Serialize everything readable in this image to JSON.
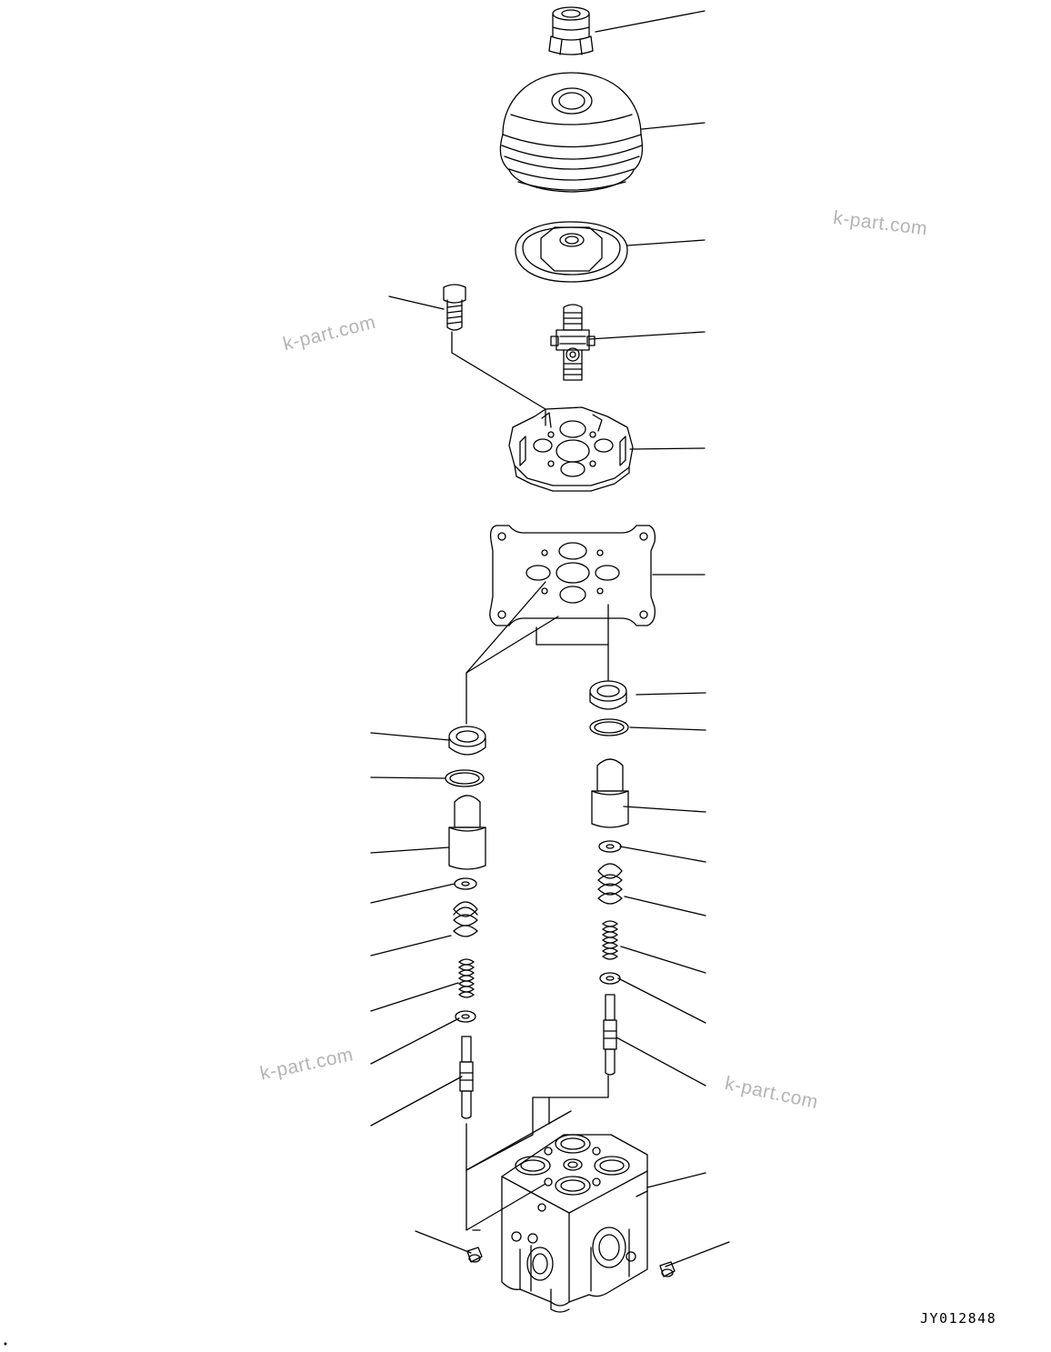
{
  "drawing": {
    "code": "JY012848",
    "watermarks": [
      "k-part.com",
      "k-part.com",
      "k-part.com",
      "k-part.com"
    ]
  },
  "parts": [
    {
      "name": "nut",
      "icon": "hex-nut-icon"
    },
    {
      "name": "boot",
      "icon": "rubber-boot-icon"
    },
    {
      "name": "lock-nut-with-plate",
      "icon": "disc-nut-icon"
    },
    {
      "name": "universal-joint",
      "icon": "joint-icon"
    },
    {
      "name": "bolt",
      "icon": "bolt-icon"
    },
    {
      "name": "plate",
      "icon": "plate-icon"
    },
    {
      "name": "gasket-plate",
      "icon": "gasket-icon"
    },
    {
      "name": "seal-upper-left",
      "icon": "seal-icon"
    },
    {
      "name": "o-ring-left",
      "icon": "o-ring-icon"
    },
    {
      "name": "piston-left",
      "icon": "piston-icon"
    },
    {
      "name": "washer-left",
      "icon": "washer-icon"
    },
    {
      "name": "spring-left",
      "icon": "spring-icon"
    },
    {
      "name": "small-spring-left",
      "icon": "spring-icon"
    },
    {
      "name": "washer-lower-left",
      "icon": "washer-icon"
    },
    {
      "name": "spool-left",
      "icon": "spool-icon"
    },
    {
      "name": "seal-upper-right",
      "icon": "seal-icon"
    },
    {
      "name": "o-ring-right",
      "icon": "o-ring-icon"
    },
    {
      "name": "piston-right",
      "icon": "piston-icon"
    },
    {
      "name": "washer-right",
      "icon": "washer-icon"
    },
    {
      "name": "spring-right",
      "icon": "spring-icon"
    },
    {
      "name": "small-spring-right",
      "icon": "spring-icon"
    },
    {
      "name": "washer-lower-right",
      "icon": "washer-icon"
    },
    {
      "name": "spool-right",
      "icon": "spool-icon"
    },
    {
      "name": "valve-body",
      "icon": "valve-body-icon"
    },
    {
      "name": "plug-left",
      "icon": "plug-icon"
    },
    {
      "name": "plug-right",
      "icon": "plug-icon"
    }
  ],
  "colors": {
    "line": "#000000",
    "watermark": "#b4b4b4",
    "background": "#ffffff"
  }
}
